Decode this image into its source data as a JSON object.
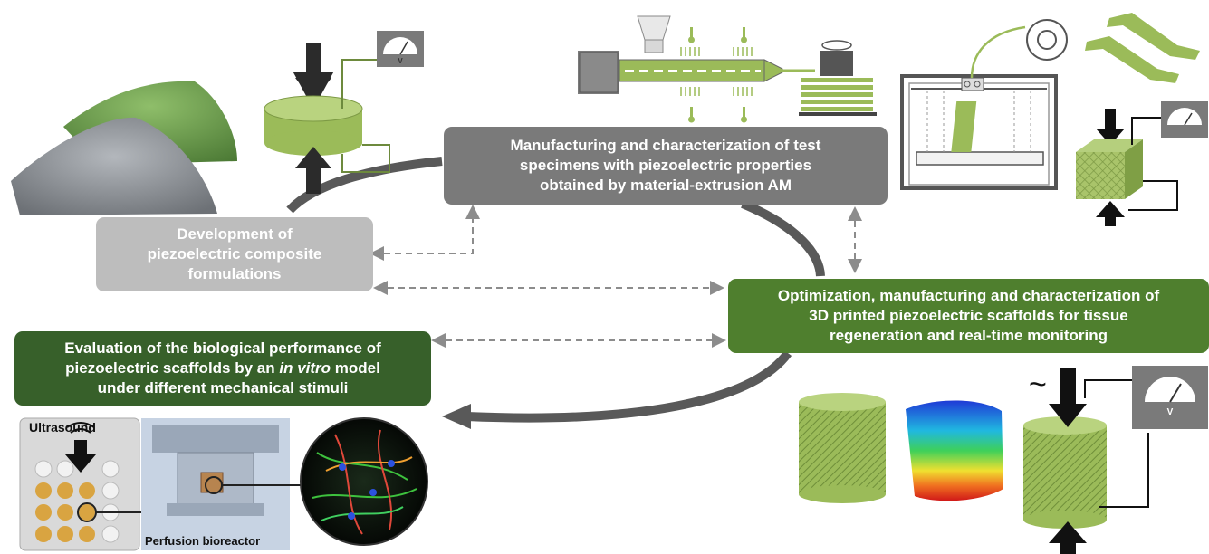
{
  "boxes": {
    "manufacturing": {
      "lines": [
        "Manufacturing and characterization of test",
        "specimens with piezoelectric properties",
        "obtained by material-extrusion AM"
      ],
      "color": "#7a7a7a"
    },
    "development": {
      "lines": [
        "Development of",
        "piezoelectric composite",
        "formulations"
      ],
      "color": "#bdbdbd"
    },
    "optimization": {
      "lines": [
        "Optimization, manufacturing and characterization of",
        "3D printed piezoelectric scaffolds for tissue",
        "regeneration and real-time monitoring"
      ],
      "color": "#4f7f2e"
    },
    "evaluation": {
      "line1": "Evaluation of the biological performance of",
      "line2_pre": "piezoelectric scaffolds by an ",
      "line2_em": "in vitro",
      "line2_post": " model",
      "line3": "under different mechanical stimuli",
      "color": "#37602a"
    }
  },
  "labels": {
    "ultrasound": "Ultrasound",
    "perfusion": "Perfusion bioreactor",
    "tilde": "~"
  },
  "colors": {
    "green_fill": "#9bbb59",
    "green_powder": "#6d9c4f",
    "grey_powder": "#8f949a",
    "arrow_grey": "#595959",
    "dashed_grey": "#8c8c8c"
  },
  "icons": [
    "voltmeter-icon",
    "compression-arrow-icon",
    "thermometer-icon",
    "filament-spool-icon"
  ]
}
